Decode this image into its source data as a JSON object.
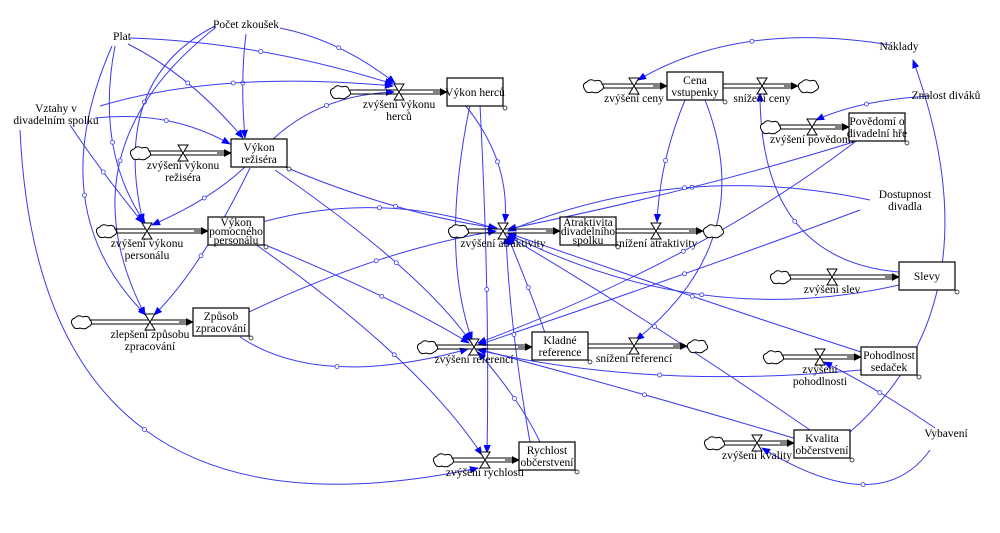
{
  "colors": {
    "link": "#3a3af0",
    "arrow": "#0000ff",
    "stock_border": "#000000"
  },
  "stocks": [
    {
      "id": "herce",
      "label": [
        "Výkon herců"
      ]
    },
    {
      "id": "cena",
      "label": [
        "Cena",
        "vstupenky"
      ]
    },
    {
      "id": "reziser",
      "label": [
        "Výkon",
        "režiséra"
      ]
    },
    {
      "id": "personal",
      "label": [
        "Výkon",
        "pomocného",
        "personálu"
      ]
    },
    {
      "id": "atraktivita",
      "label": [
        "Atraktivita",
        "divadelního",
        "spolku"
      ]
    },
    {
      "id": "povedomi",
      "label": [
        "Povědomí o",
        "divadelní hře"
      ]
    },
    {
      "id": "slevy",
      "label": [
        "Slevy"
      ]
    },
    {
      "id": "zpusob",
      "label": [
        "Způsob",
        "zpracování"
      ]
    },
    {
      "id": "kladne",
      "label": [
        "Kladné",
        "reference"
      ]
    },
    {
      "id": "pohodlnost",
      "label": [
        "Pohodlnost",
        "sedaček"
      ]
    },
    {
      "id": "rychlost",
      "label": [
        "Rychlost",
        "občerstvení"
      ]
    },
    {
      "id": "kvalita",
      "label": [
        "Kvalita",
        "občerstvení"
      ]
    }
  ],
  "flows": [
    {
      "id": "f_herce",
      "label": [
        "zvýšení výkonu",
        "herců"
      ]
    },
    {
      "id": "f_cena_up",
      "label": [
        "zvýšení ceny"
      ]
    },
    {
      "id": "f_cena_down",
      "label": [
        "snížení ceny"
      ]
    },
    {
      "id": "f_povedomi",
      "label": [
        "zvýšení povědomí"
      ]
    },
    {
      "id": "f_reziser",
      "label": [
        "zvýšení výkonu",
        "režiséra"
      ]
    },
    {
      "id": "f_personal",
      "label": [
        "zvýšení výkonu",
        "personálu"
      ]
    },
    {
      "id": "f_atr_up",
      "label": [
        "zvýšení atraktivity"
      ]
    },
    {
      "id": "f_atr_down",
      "label": [
        "snížení atraktivity"
      ]
    },
    {
      "id": "f_slevy",
      "label": [
        "zvýšení slev"
      ]
    },
    {
      "id": "f_zpusob",
      "label": [
        "zlepšení způsobu",
        "zpracování"
      ]
    },
    {
      "id": "f_ref_up",
      "label": [
        "zvýšení referencí"
      ]
    },
    {
      "id": "f_ref_down",
      "label": [
        "snížení referencí"
      ]
    },
    {
      "id": "f_pohodl",
      "label": [
        "zvýšení",
        "pohodlnosti"
      ]
    },
    {
      "id": "f_rychlost",
      "label": [
        "zvýšení rychlosti"
      ]
    },
    {
      "id": "f_kvalita",
      "label": [
        "zvýšení kvality"
      ]
    }
  ],
  "auxiliaries": [
    {
      "id": "plat",
      "label": [
        "Plat"
      ]
    },
    {
      "id": "pocet",
      "label": [
        "Počet zkoušek"
      ]
    },
    {
      "id": "vztahy",
      "label": [
        "Vztahy v",
        "divadelním spolku"
      ]
    },
    {
      "id": "naklady",
      "label": [
        "Náklady"
      ]
    },
    {
      "id": "znalost",
      "label": [
        "Znalost diváků"
      ]
    },
    {
      "id": "dostupnost",
      "label": [
        "Dostupnost",
        "divadla"
      ]
    },
    {
      "id": "vybaveni",
      "label": [
        "Vybavení"
      ]
    }
  ]
}
